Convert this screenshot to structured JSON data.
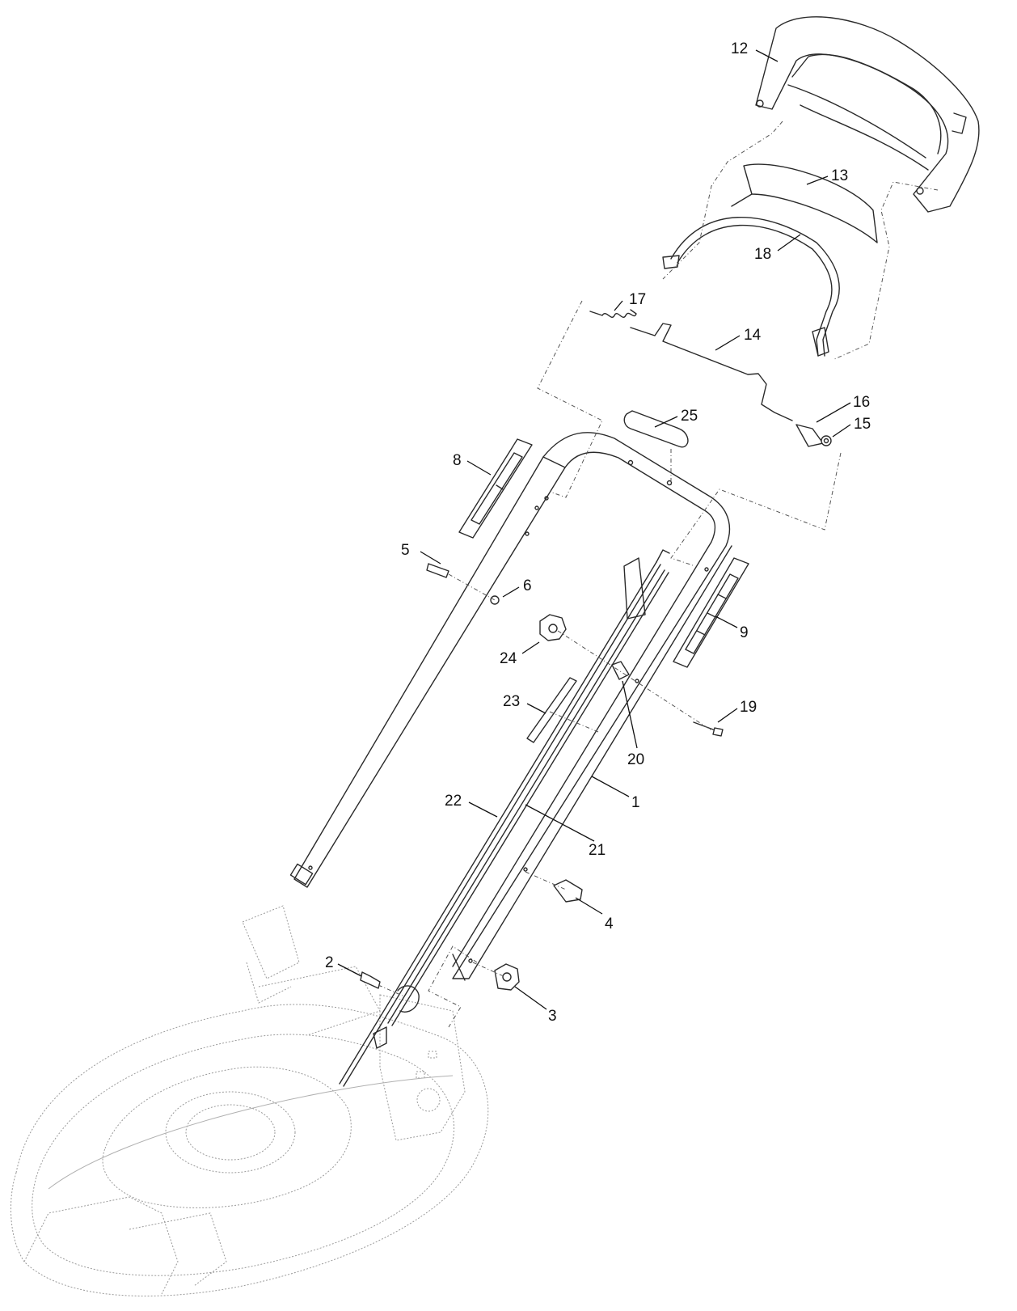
{
  "diagram": {
    "type": "exploded-parts-view",
    "callouts": [
      "1",
      "2",
      "3",
      "4",
      "5",
      "6",
      "8",
      "9",
      "12",
      "13",
      "14",
      "15",
      "16",
      "17",
      "18",
      "19",
      "20",
      "21",
      "22",
      "23",
      "24",
      "25"
    ]
  }
}
